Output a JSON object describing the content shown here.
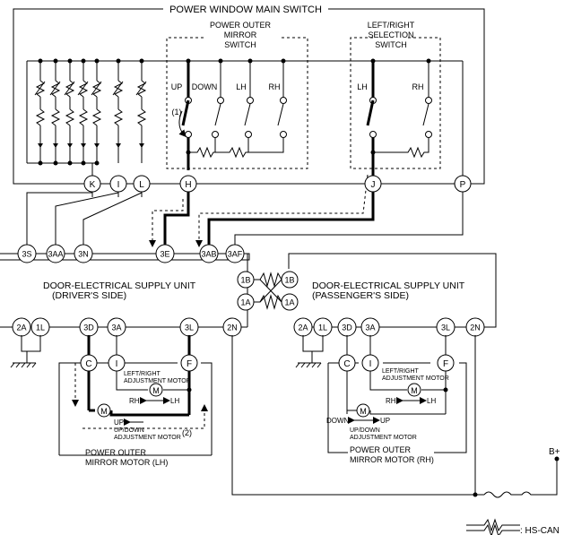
{
  "main_switch": {
    "title": "POWER WINDOW MAIN SWITCH"
  },
  "mirror_switch": {
    "l1": "POWER OUTER",
    "l2": "MIRROR",
    "l3": "SWITCH",
    "up": "UP",
    "down": "DOWN",
    "lh": "LH",
    "rh": "RH",
    "step": "(1)"
  },
  "select_switch": {
    "l1": "LEFT/RIGHT",
    "l2": "SELECTION",
    "l3": "SWITCH",
    "lh": "LH",
    "rh": "RH"
  },
  "top_pins": {
    "k": "K",
    "i": "I",
    "l": "L",
    "h": "H",
    "j": "J",
    "p": "P"
  },
  "driver_unit": {
    "l1": "DOOR-ELECTRICAL SUPPLY UNIT",
    "l2": "(DRIVER'S SIDE)",
    "top": [
      "3S",
      "3AA",
      "3N",
      "3E",
      "3AB",
      "3AF"
    ],
    "bottom": [
      "2A",
      "1L",
      "3D",
      "3A",
      "3L",
      "2N"
    ]
  },
  "can_pins": [
    "1B",
    "1A",
    "1B",
    "1A"
  ],
  "passenger_unit": {
    "l1": "DOOR-ELECTRICAL SUPPLY UNIT",
    "l2": "(PASSENGER'S SIDE)",
    "bottom": [
      "2A",
      "1L",
      "3D",
      "3A",
      "3L",
      "2N"
    ]
  },
  "mirror_lh": {
    "pins": [
      "C",
      "I",
      "F"
    ],
    "lr_l1": "LEFT/RIGHT",
    "lr_l2": "ADJUSTMENT MOTOR",
    "rh": "RH",
    "lh": "LH",
    "m": "M",
    "up": "UP",
    "ud_l1": "UP/DOWN",
    "ud_l2": "ADJUSTMENT MOTOR",
    "step": "(2)",
    "t1": "POWER OUTER",
    "t2": "MIRROR MOTOR (LH)"
  },
  "mirror_rh": {
    "pins": [
      "C",
      "I",
      "F"
    ],
    "lr_l1": "LEFT/RIGHT",
    "lr_l2": "ADJUSTMENT MOTOR",
    "rh": "RH",
    "lh": "LH",
    "m": "M",
    "down": "DOWN",
    "up": "UP",
    "ud_l1": "UP/DOWN",
    "ud_l2": "ADJUSTMENT MOTOR",
    "t1": "POWER OUTER",
    "t2": "MIRROR MOTOR (RH)"
  },
  "power": {
    "label": "B+"
  },
  "legend": {
    "label": ": HS-CAN"
  }
}
